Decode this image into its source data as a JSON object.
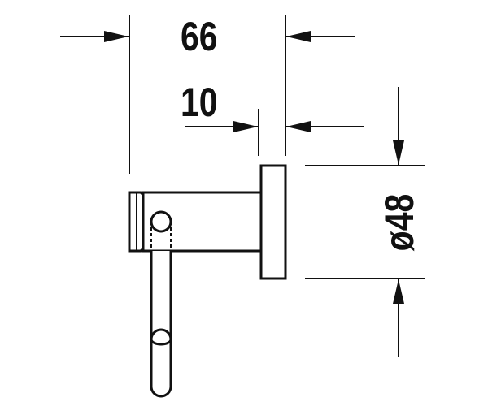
{
  "dimensions": {
    "overall_depth": "66",
    "plate_thickness": "10",
    "plate_diameter": "ø48"
  },
  "colors": {
    "line": "#111111",
    "background": "#ffffff"
  }
}
